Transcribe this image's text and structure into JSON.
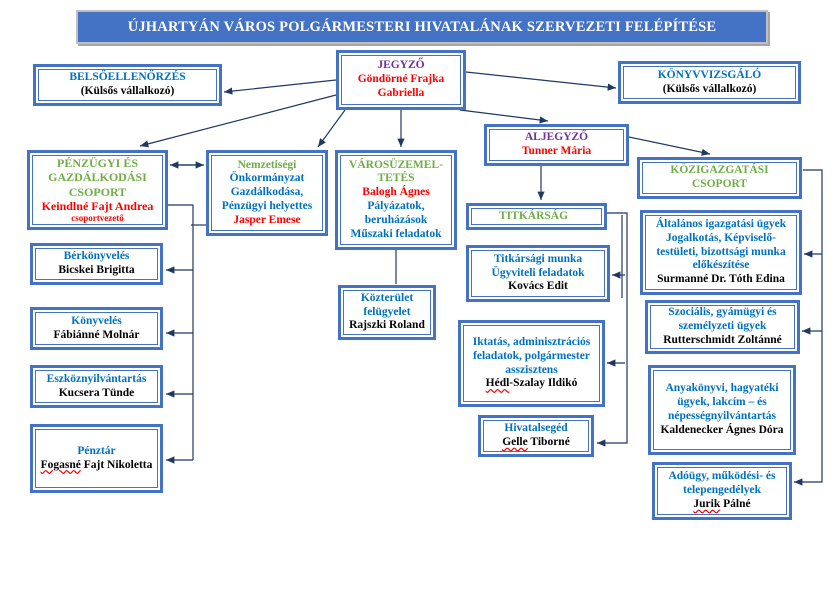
{
  "title": "ÚJHARTYÁN VÁROS POLGÁRMESTERI HIVATALÁNAK SZERVEZETI FELÉPÍTÉSE",
  "jegyzo": {
    "role": "JEGYZŐ",
    "name": "Göndörné Frajka Gabriella"
  },
  "belso": {
    "role": "BELSŐELLENŐRZÉS",
    "sub": "(Külsős vállalkozó)"
  },
  "konyvvizsgalo": {
    "role": "KÖNYVVIZSGÁLÓ",
    "sub": "(Külsős vállalkozó)"
  },
  "aljegyzo": {
    "role": "ALJEGYZŐ",
    "name": "Tunner Mária"
  },
  "penzugyi": {
    "role": "PÉNZÜGYI ÉS GAZDÁLKODÁSI CSOPORT",
    "name": "Keindlné Fajt Andrea",
    "position": "csoportvezető"
  },
  "nemzetisegi": {
    "role1": "Nemzetiségi",
    "role2": "Önkormányzat Gazdálkodása, Pénzügyi helyettes",
    "name": "Jasper Emese"
  },
  "varos": {
    "role": "VÁROSÜZEMEL-TETÉS",
    "name": "Balogh Ágnes",
    "tasks": "Pályázatok, beruházások Műszaki feladatok"
  },
  "kozterulet": {
    "role": "Közterület felügyelet",
    "name": "Rajszki Roland"
  },
  "kozig": {
    "role": "KÖZIGAZGATÁSI CSOPORT"
  },
  "titkarsag": {
    "role": "TITKÁRSÁG"
  },
  "left_units": [
    {
      "role": "Bérkönyvelés",
      "name": "Bicskei Brigitta"
    },
    {
      "role": "Könyvelés",
      "name": "Fábiánné Molnár"
    },
    {
      "role": "Eszköznyilvántartás",
      "name": "Kucsera Tünde"
    },
    {
      "role": "Pénztár",
      "name_a": "Fogasné",
      "name_b": " Fajt Nikoletta"
    }
  ],
  "mid_units": [
    {
      "role": "Titkársági munka Ügyviteli feladatok",
      "name": "Kovács Edit"
    },
    {
      "role": "Iktatás, adminisztrációs feladatok, polgármester asszisztens",
      "name_a": "Hédl",
      "name_b": "-Szalay Ildikó"
    },
    {
      "role": "Hivatalsegéd",
      "name_a": "Gelle",
      "name_b": " Tiborné"
    }
  ],
  "right_units": [
    {
      "role": "Általános igazgatási ügyek Jogalkotás, Képviselő-testületi, bizottsági munka előkészítése",
      "name": "Surmanné Dr. Tóth Edina"
    },
    {
      "role": "Szociális, gyámügyi és személyzeti ügyek",
      "name": "Rutterschmidt Zoltánné"
    },
    {
      "role": "Anyakönyvi, hagyatéki ügyek, lakcím – és népességnyilvántartás",
      "name": "Kaldenecker Ágnes Dóra"
    },
    {
      "role": "Adóügy, működési- és telepengedélyek",
      "name_a": "Jurik",
      "name_b": " Pálné"
    }
  ]
}
